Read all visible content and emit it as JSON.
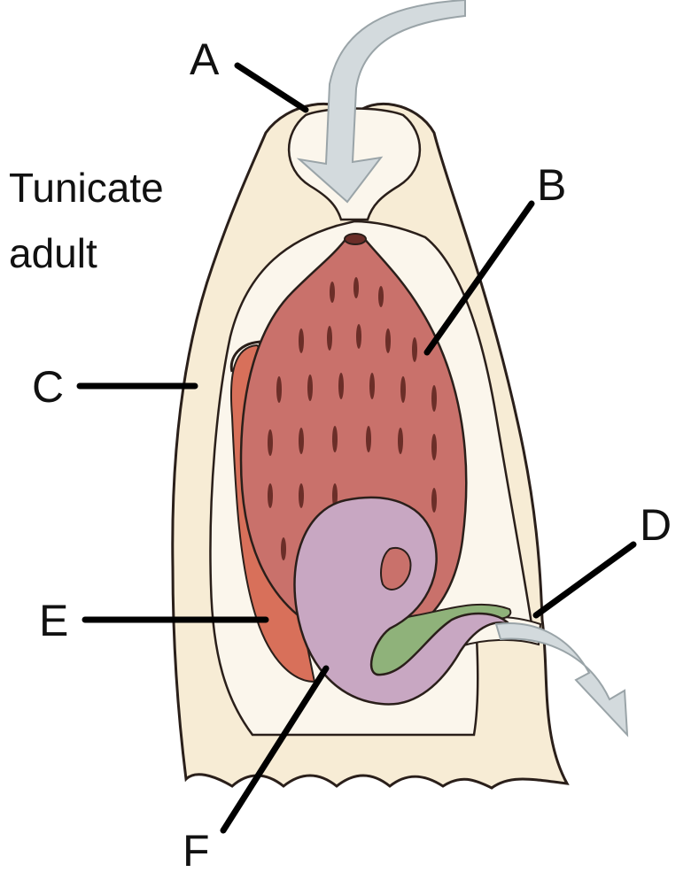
{
  "title": {
    "line1": "Tunicate",
    "line2": "adult"
  },
  "labels": {
    "A": "A",
    "B": "B",
    "C": "C",
    "D": "D",
    "E": "E",
    "F": "F"
  },
  "colors": {
    "tunic": "#f7ecd5",
    "outline": "#2a1f1a",
    "pharynx": "#c9716b",
    "gill_slits": "#6b2e28",
    "stomach": "#c8a7c2",
    "intestine": "#8fb27a",
    "gonad": "#d8705a",
    "water_arrow": "#d3dadd",
    "leader_line": "#000000"
  }
}
